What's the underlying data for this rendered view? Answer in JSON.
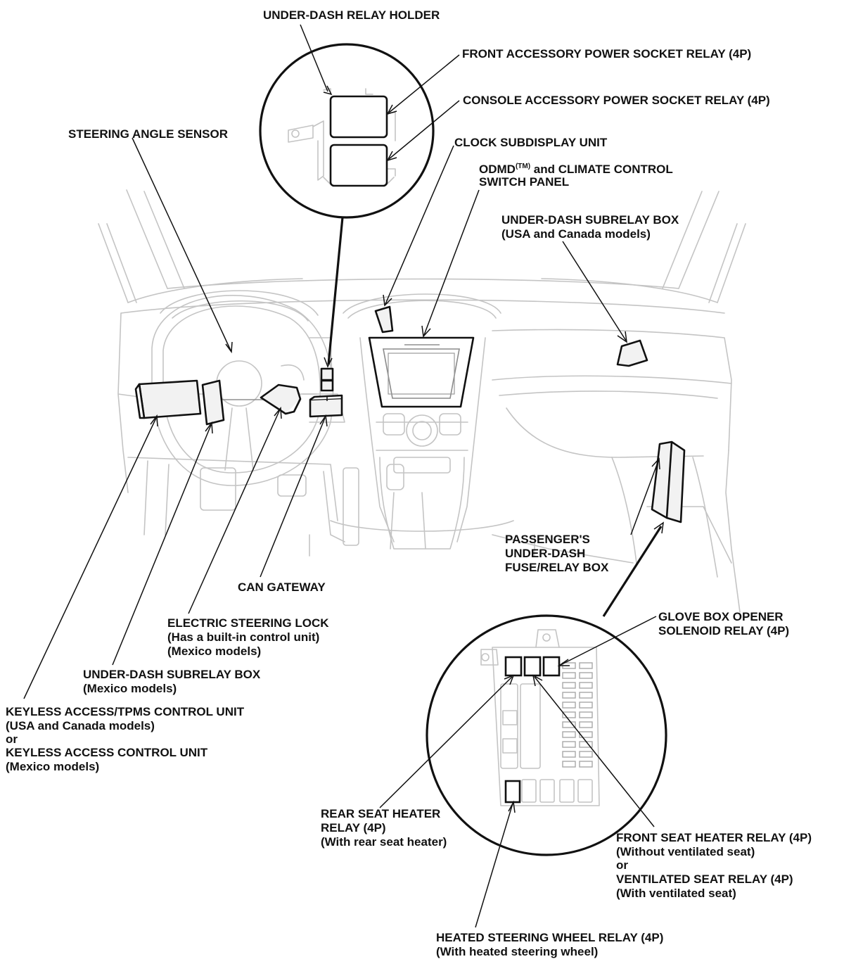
{
  "labels": {
    "under_dash_relay_holder": "UNDER-DASH RELAY HOLDER",
    "front_accessory_relay": "FRONT ACCESSORY POWER SOCKET RELAY (4P)",
    "console_accessory_relay": "CONSOLE ACCESSORY POWER SOCKET RELAY (4P)",
    "steering_angle_sensor": "STEERING ANGLE SENSOR",
    "clock_subdisplay": "CLOCK SUBDISPLAY UNIT",
    "odmd_line1_pre": "ODMD",
    "odmd_line1_sup": "(TM)",
    "odmd_line1_post": " and CLIMATE CONTROL",
    "odmd_line2": "SWITCH PANEL",
    "subrelay_usa_line1": "UNDER-DASH SUBRELAY BOX",
    "subrelay_usa_line2": "(USA and Canada models)",
    "passenger_fuse_line1": "PASSENGER'S",
    "passenger_fuse_line2": "UNDER-DASH",
    "passenger_fuse_line3": "FUSE/RELAY BOX",
    "can_gateway": "CAN GATEWAY",
    "steering_lock_line1": "ELECTRIC STEERING LOCK",
    "steering_lock_line2": "(Has a built-in control unit)",
    "steering_lock_line3": "(Mexico models)",
    "subrelay_mex_line1": "UNDER-DASH SUBRELAY BOX",
    "subrelay_mex_line2": "(Mexico models)",
    "keyless_line1": "KEYLESS ACCESS/TPMS CONTROL UNIT",
    "keyless_line2": "(USA and Canada models)",
    "keyless_line3": "or",
    "keyless_line4": "KEYLESS ACCESS CONTROL UNIT",
    "keyless_line5": "(Mexico models)",
    "glove_box_line1": "GLOVE BOX OPENER",
    "glove_box_line2": "SOLENOID RELAY (4P)",
    "rear_seat_line1": "REAR SEAT HEATER",
    "rear_seat_line2": "RELAY (4P)",
    "rear_seat_line3": "(With rear seat heater)",
    "front_seat_line1": "FRONT SEAT HEATER RELAY (4P)",
    "front_seat_line2": "(Without ventilated seat)",
    "front_seat_line3": "or",
    "front_seat_line4": "VENTILATED SEAT RELAY (4P)",
    "front_seat_line5": "(With ventilated seat)",
    "heated_wheel_line1": "HEATED STEERING WHEEL RELAY (4P)",
    "heated_wheel_line2": "(With heated steering wheel)"
  }
}
